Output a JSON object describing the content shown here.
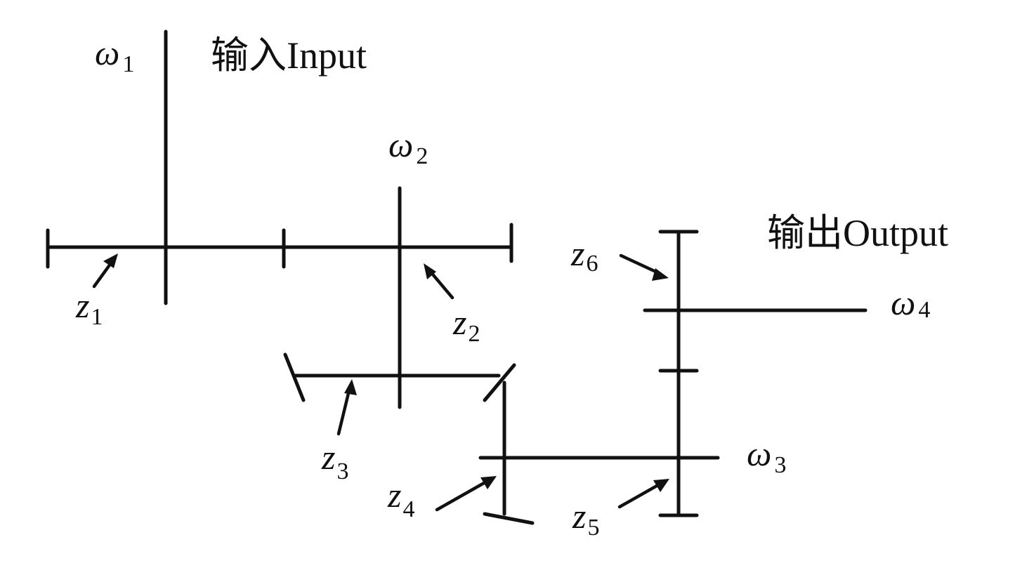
{
  "labels": {
    "input": "输入Input",
    "output": "输出Output",
    "omega1": {
      "symbol": "ω",
      "subscript": "1"
    },
    "omega2": {
      "symbol": "ω",
      "subscript": "2"
    },
    "omega3": {
      "symbol": "ω",
      "subscript": "3"
    },
    "omega4": {
      "symbol": "ω",
      "subscript": "4"
    },
    "z1": {
      "symbol": "z",
      "subscript": "1"
    },
    "z2": {
      "symbol": "z",
      "subscript": "2"
    },
    "z3": {
      "symbol": "z",
      "subscript": "3"
    },
    "z4": {
      "symbol": "z",
      "subscript": "4"
    },
    "z5": {
      "symbol": "z",
      "subscript": "5"
    },
    "z6": {
      "symbol": "z",
      "subscript": "6"
    }
  }
}
